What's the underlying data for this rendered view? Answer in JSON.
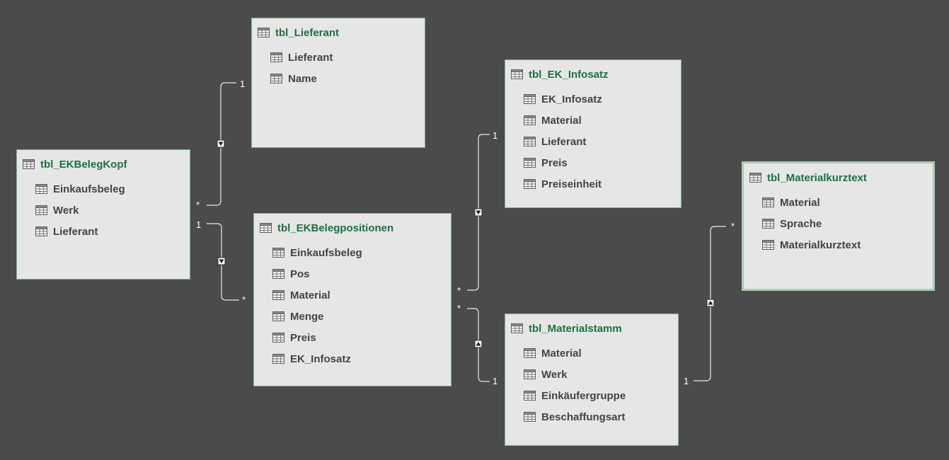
{
  "tables": [
    {
      "id": "tbl_EKBelegKopf",
      "title": "tbl_EKBelegKopf",
      "selected": false,
      "fields": [
        "Einkaufsbeleg",
        "Werk",
        "Lieferant"
      ]
    },
    {
      "id": "tbl_Lieferant",
      "title": "tbl_Lieferant",
      "selected": false,
      "fields": [
        "Lieferant",
        "Name"
      ]
    },
    {
      "id": "tbl_EKBelegpositionen",
      "title": "tbl_EKBelegpositionen",
      "selected": false,
      "fields": [
        "Einkaufsbeleg",
        "Pos",
        "Material",
        "Menge",
        "Preis",
        "EK_Infosatz"
      ]
    },
    {
      "id": "tbl_EK_Infosatz",
      "title": "tbl_EK_Infosatz",
      "selected": false,
      "fields": [
        "EK_Infosatz",
        "Material",
        "Lieferant",
        "Preis",
        "Preiseinheit"
      ]
    },
    {
      "id": "tbl_Materialstamm",
      "title": "tbl_Materialstamm",
      "selected": false,
      "fields": [
        "Material",
        "Werk",
        "Einkäufergruppe",
        "Beschaffungsart"
      ]
    },
    {
      "id": "tbl_Materialkurztext",
      "title": "tbl_Materialkurztext",
      "selected": true,
      "fields": [
        "Material",
        "Sprache",
        "Materialkurztext"
      ]
    }
  ],
  "relationships": [
    {
      "id": "kopf-lieferant",
      "from_table": "tbl_EKBelegKopf",
      "to_table": "tbl_Lieferant",
      "from_card": "*",
      "to_card": "1",
      "direction": "down"
    },
    {
      "id": "kopf-positionen",
      "from_table": "tbl_EKBelegKopf",
      "to_table": "tbl_EKBelegpositionen",
      "from_card": "1",
      "to_card": "*",
      "direction": "down"
    },
    {
      "id": "positionen-infosatz",
      "from_table": "tbl_EKBelegpositionen",
      "to_table": "tbl_EK_Infosatz",
      "from_card": "*",
      "to_card": "1",
      "direction": "down"
    },
    {
      "id": "positionen-materialstamm",
      "from_table": "tbl_EKBelegpositionen",
      "to_table": "tbl_Materialstamm",
      "from_card": "*",
      "to_card": "1",
      "direction": "up"
    },
    {
      "id": "materialstamm-kurztext",
      "from_table": "tbl_Materialstamm",
      "to_table": "tbl_Materialkurztext",
      "from_card": "1",
      "to_card": "*",
      "direction": "up"
    }
  ],
  "colors": {
    "background": "#4b4b4b",
    "table_fill": "#e6e6e6",
    "table_border": "#7fb28f",
    "title": "#1e7040",
    "field": "#444444",
    "line": "#e8e8e8"
  }
}
